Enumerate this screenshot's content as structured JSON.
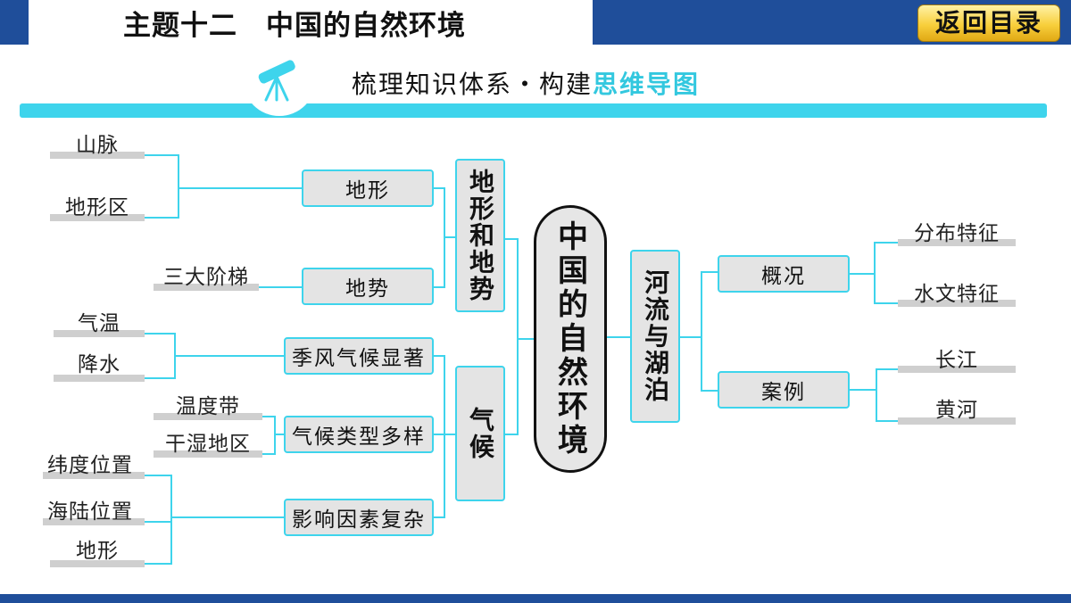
{
  "header": {
    "title": "主题十二　中国的自然环境",
    "back_button": "返回目录"
  },
  "subtitle": {
    "main": "梳理知识体系・构建",
    "highlight": "思维导图"
  },
  "mindmap": {
    "center": "中国的自然环境",
    "branches": {
      "terrain": {
        "label": "地形和地势",
        "children": {
          "landform": {
            "label": "地形",
            "leaves": [
              "山脉",
              "地形区"
            ]
          },
          "slope": {
            "label": "地势",
            "leaves": [
              "三大阶梯"
            ]
          }
        }
      },
      "climate": {
        "label": "气候",
        "children": {
          "monsoon": {
            "label": "季风气候显著",
            "leaves": [
              "气温",
              "降水"
            ]
          },
          "types": {
            "label": "气候类型多样",
            "leaves": [
              "温度带",
              "干湿地区"
            ]
          },
          "factors": {
            "label": "影响因素复杂",
            "leaves": [
              "纬度位置",
              "海陆位置",
              "地形"
            ]
          }
        }
      },
      "rivers": {
        "label": "河流与湖泊",
        "children": {
          "overview": {
            "label": "概况",
            "leaves": [
              "分布特征",
              "水文特征"
            ]
          },
          "cases": {
            "label": "案例",
            "leaves": [
              "长江",
              "黄河"
            ]
          }
        }
      }
    }
  },
  "colors": {
    "header_bar": "#1f4e9a",
    "accent": "#3ed4ec",
    "button_gold": "#f8cf3c",
    "node_fill": "#e4e4e4"
  }
}
